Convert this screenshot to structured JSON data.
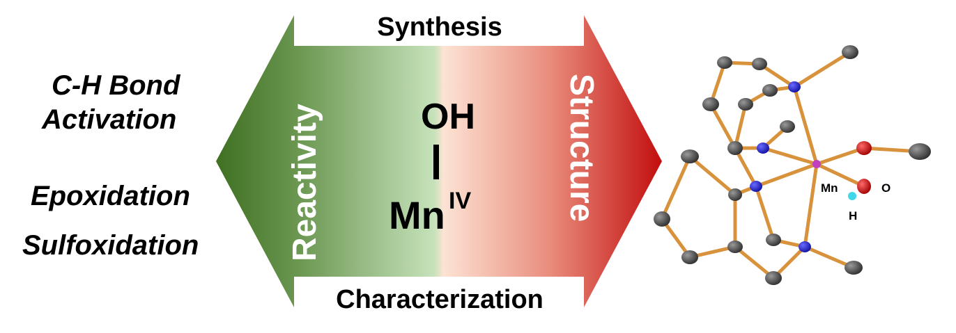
{
  "left_labels": {
    "ch_line1": "C-H Bond",
    "ch_line2": "Activation",
    "epoxidation": "Epoxidation",
    "sulfoxidation": "Sulfoxidation"
  },
  "hexagon": {
    "top_label": "Synthesis",
    "bottom_label": "Characterization",
    "left_label": "Reactivity",
    "right_label": "Structure",
    "colors": {
      "green_dark": "#4a7a2a",
      "green_light": "#c4e0b8",
      "peach_light": "#fbe0d0",
      "red_dark": "#c41010"
    }
  },
  "formula": {
    "top": "OH",
    "bond": "|",
    "metal": "Mn",
    "oxidation_state": "IV"
  },
  "molecule": {
    "mn_label": "Mn",
    "o_label": "O",
    "h_label": "H",
    "colors": {
      "bond": "#d8923c",
      "carbon": "#4a4a4a",
      "nitrogen": "#2020c0",
      "oxygen": "#d01010",
      "manganese": "#c040c0",
      "hydrogen": "#40d0e0"
    }
  }
}
